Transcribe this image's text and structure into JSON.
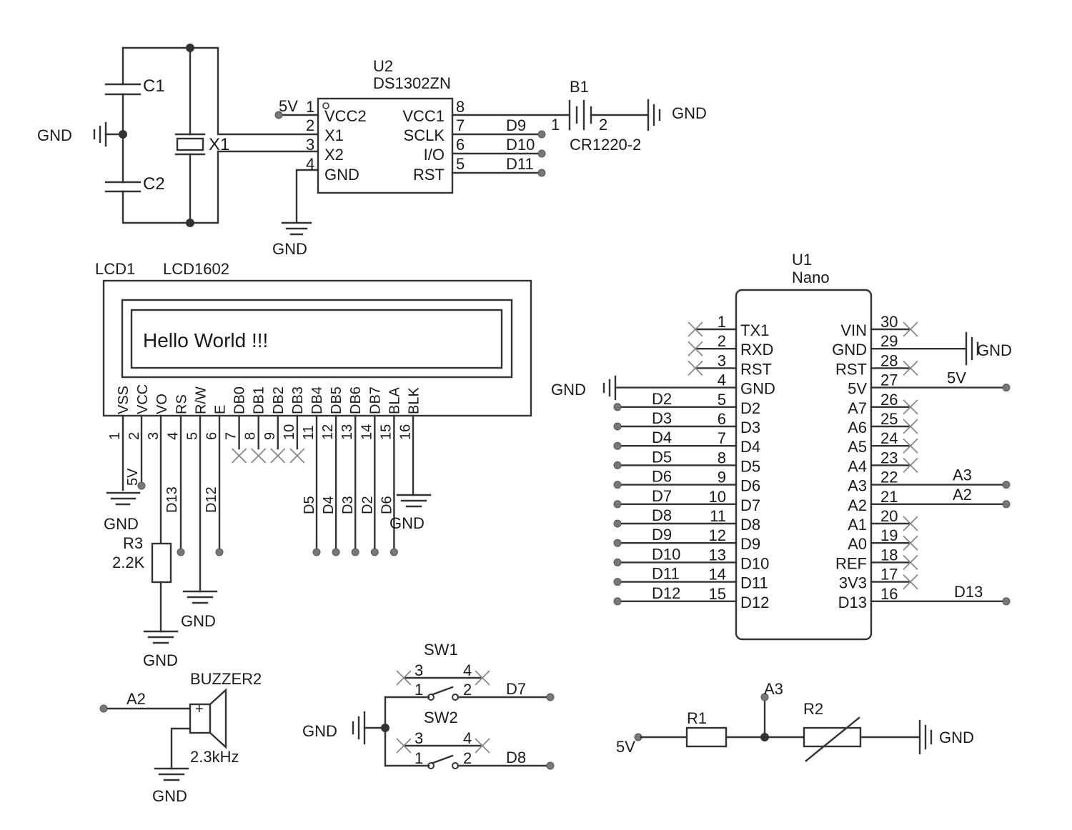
{
  "labels": {
    "c1": "C1",
    "c2": "C2",
    "x1": "X1",
    "gnd": "GND",
    "v5": "5V",
    "u2_ref": "U2",
    "u2_part": "DS1302ZN",
    "b1_ref": "B1",
    "b1_part": "CR1220-2",
    "lcd_ref": "LCD1",
    "lcd_part": "LCD1602",
    "lcd_text": "Hello World !!!",
    "u1_ref": "U1",
    "u1_part": "Nano",
    "r3_ref": "R3",
    "r3_val": "2.2K",
    "buzzer_ref": "BUZZER2",
    "buzzer_val": "2.3kHz",
    "sw1": "SW1",
    "sw2": "SW2",
    "r1": "R1",
    "r2": "R2",
    "a2": "A2",
    "a3": "A3",
    "d7": "D7",
    "d8": "D8",
    "d13": "D13",
    "d12": "D12"
  },
  "ds1302_left": [
    {
      "pin": "1",
      "name": "VCC2"
    },
    {
      "pin": "2",
      "name": "X1"
    },
    {
      "pin": "3",
      "name": "X2"
    },
    {
      "pin": "4",
      "name": "GND"
    }
  ],
  "ds1302_right": [
    {
      "pin": "8",
      "name": "VCC1",
      "net": ""
    },
    {
      "pin": "7",
      "name": "SCLK",
      "net": "D9"
    },
    {
      "pin": "6",
      "name": "I/O",
      "net": "D10"
    },
    {
      "pin": "5",
      "name": "RST",
      "net": "D11"
    }
  ],
  "battery_pins": [
    "1",
    "2"
  ],
  "lcd_pins": [
    {
      "pin": "1",
      "name": "VSS"
    },
    {
      "pin": "2",
      "name": "VCC"
    },
    {
      "pin": "3",
      "name": "VO"
    },
    {
      "pin": "4",
      "name": "RS"
    },
    {
      "pin": "5",
      "name": "R/W"
    },
    {
      "pin": "6",
      "name": "E"
    },
    {
      "pin": "7",
      "name": "DB0"
    },
    {
      "pin": "8",
      "name": "DB1"
    },
    {
      "pin": "9",
      "name": "DB2"
    },
    {
      "pin": "10",
      "name": "DB3"
    },
    {
      "pin": "11",
      "name": "DB4"
    },
    {
      "pin": "12",
      "name": "DB5"
    },
    {
      "pin": "13",
      "name": "DB6"
    },
    {
      "pin": "14",
      "name": "DB7"
    },
    {
      "pin": "15",
      "name": "BLA"
    },
    {
      "pin": "16",
      "name": "BLK"
    }
  ],
  "lcd_data_nets": [
    "D5",
    "D4",
    "D3",
    "D2",
    "D6"
  ],
  "nano_left": [
    {
      "pin": "1",
      "name": "TX1",
      "net": ""
    },
    {
      "pin": "2",
      "name": "RXD",
      "net": ""
    },
    {
      "pin": "3",
      "name": "RST",
      "net": ""
    },
    {
      "pin": "4",
      "name": "GND",
      "net": "GND"
    },
    {
      "pin": "5",
      "name": "D2",
      "net": "D2"
    },
    {
      "pin": "6",
      "name": "D3",
      "net": "D3"
    },
    {
      "pin": "7",
      "name": "D4",
      "net": "D4"
    },
    {
      "pin": "8",
      "name": "D5",
      "net": "D5"
    },
    {
      "pin": "9",
      "name": "D6",
      "net": "D6"
    },
    {
      "pin": "10",
      "name": "D7",
      "net": "D7"
    },
    {
      "pin": "11",
      "name": "D8",
      "net": "D8"
    },
    {
      "pin": "12",
      "name": "D9",
      "net": "D9"
    },
    {
      "pin": "13",
      "name": "D10",
      "net": "D10"
    },
    {
      "pin": "14",
      "name": "D11",
      "net": "D11"
    },
    {
      "pin": "15",
      "name": "D12",
      "net": "D12"
    }
  ],
  "nano_right": [
    {
      "pin": "30",
      "name": "VIN",
      "net": ""
    },
    {
      "pin": "29",
      "name": "GND",
      "net": "GND"
    },
    {
      "pin": "28",
      "name": "RST",
      "net": ""
    },
    {
      "pin": "27",
      "name": "5V",
      "net": "5V"
    },
    {
      "pin": "26",
      "name": "A7",
      "net": ""
    },
    {
      "pin": "25",
      "name": "A6",
      "net": ""
    },
    {
      "pin": "24",
      "name": "A5",
      "net": ""
    },
    {
      "pin": "23",
      "name": "A4",
      "net": ""
    },
    {
      "pin": "22",
      "name": "A3",
      "net": "A3"
    },
    {
      "pin": "21",
      "name": "A2",
      "net": "A2"
    },
    {
      "pin": "20",
      "name": "A1",
      "net": ""
    },
    {
      "pin": "19",
      "name": "A0",
      "net": ""
    },
    {
      "pin": "18",
      "name": "REF",
      "net": ""
    },
    {
      "pin": "17",
      "name": "3V3",
      "net": ""
    },
    {
      "pin": "16",
      "name": "D13",
      "net": "D13"
    }
  ],
  "switch_pins": [
    "3",
    "4",
    "1",
    "2"
  ]
}
